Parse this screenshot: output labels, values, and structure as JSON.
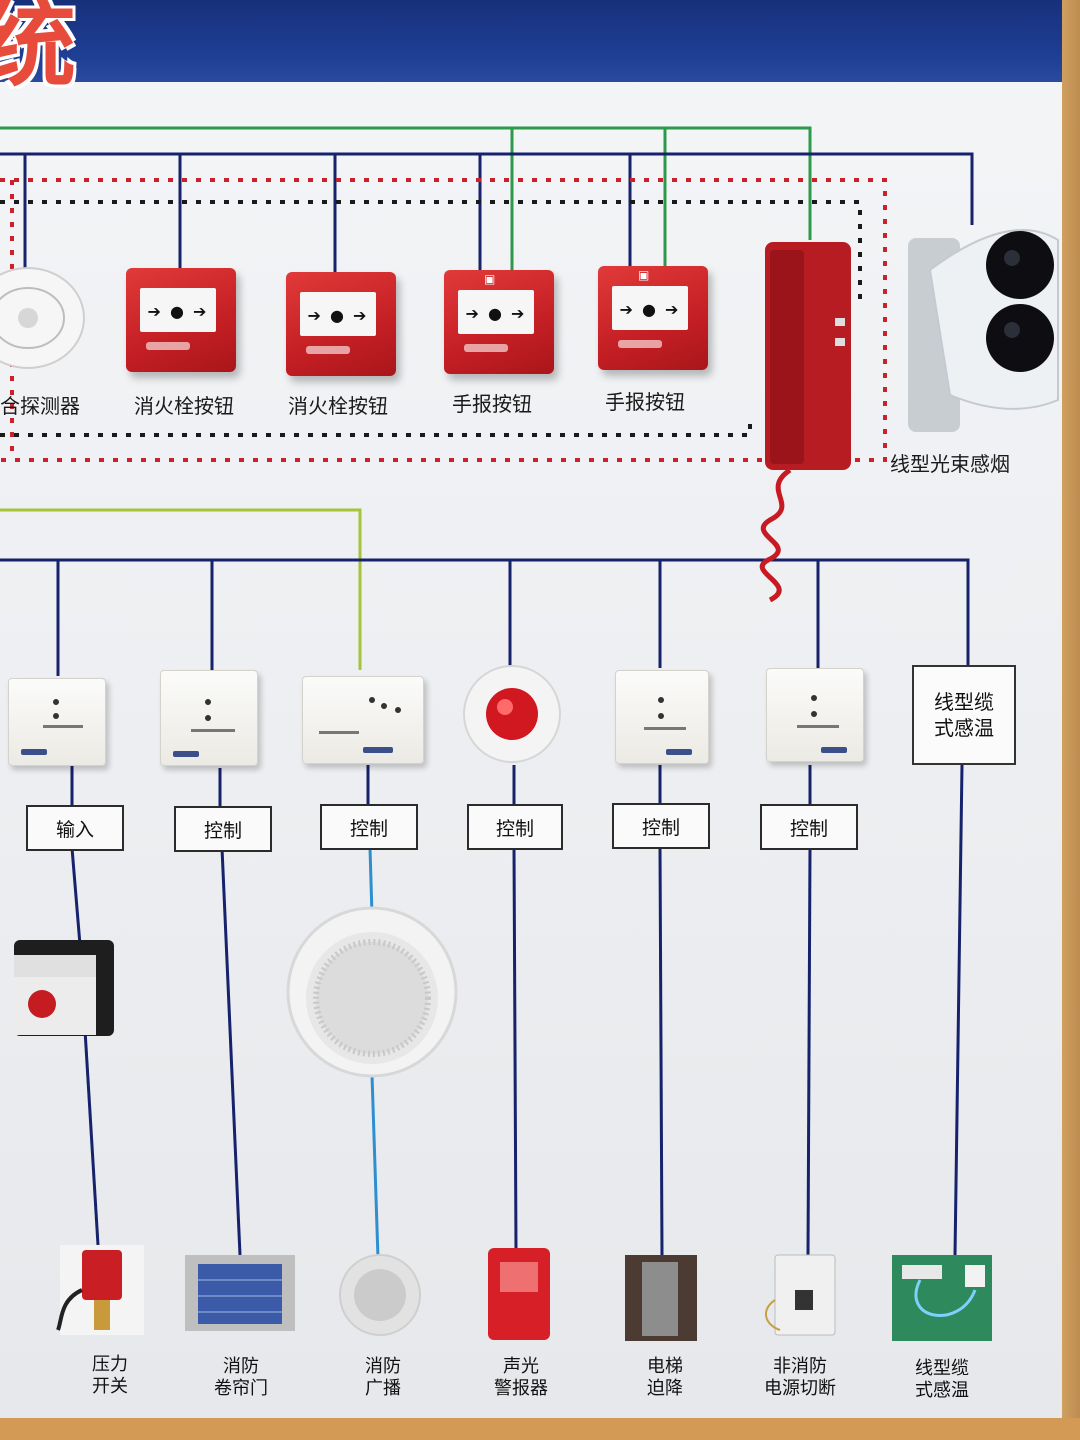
{
  "banner": {
    "partial_title": "统"
  },
  "top_row": {
    "devices": [
      {
        "label": "复合探测器",
        "visible_text": "合探测器"
      },
      {
        "label": "消火栓按钮"
      },
      {
        "label": "消火栓按钮"
      },
      {
        "label": "手报按钮"
      },
      {
        "label": "手报按钮"
      }
    ],
    "beam_detector_label": "线型光束感烟",
    "telephone": {
      "name": "fire-telephone"
    }
  },
  "middle_row": {
    "modules": [
      {
        "function_label": "输入"
      },
      {
        "function_label": "控制"
      },
      {
        "function_label": "控制"
      },
      {
        "function_label": "控制"
      },
      {
        "function_label": "控制"
      },
      {
        "function_label": "控制"
      }
    ],
    "linear_heat_box": "线型缆\n式感温"
  },
  "bottom_row": {
    "items": [
      {
        "label": "压力\n开关"
      },
      {
        "label": "消防\n卷帘门"
      },
      {
        "label": "消防\n广播"
      },
      {
        "label": "声光\n警报器"
      },
      {
        "label": "电梯\n迫降"
      },
      {
        "label": "非消防\n电源切断"
      },
      {
        "label": "线型缆\n式感温"
      }
    ]
  },
  "colors": {
    "wire_navy": "#16226b",
    "wire_green": "#2c9a4a",
    "wire_lime": "#a6c43a",
    "wire_red_dotted": "#c8232c",
    "wire_black_dotted": "#1a1a1a",
    "wire_blue": "#2e8fd0",
    "device_red": "#c41f24",
    "banner_blue": "#1f3f95"
  }
}
